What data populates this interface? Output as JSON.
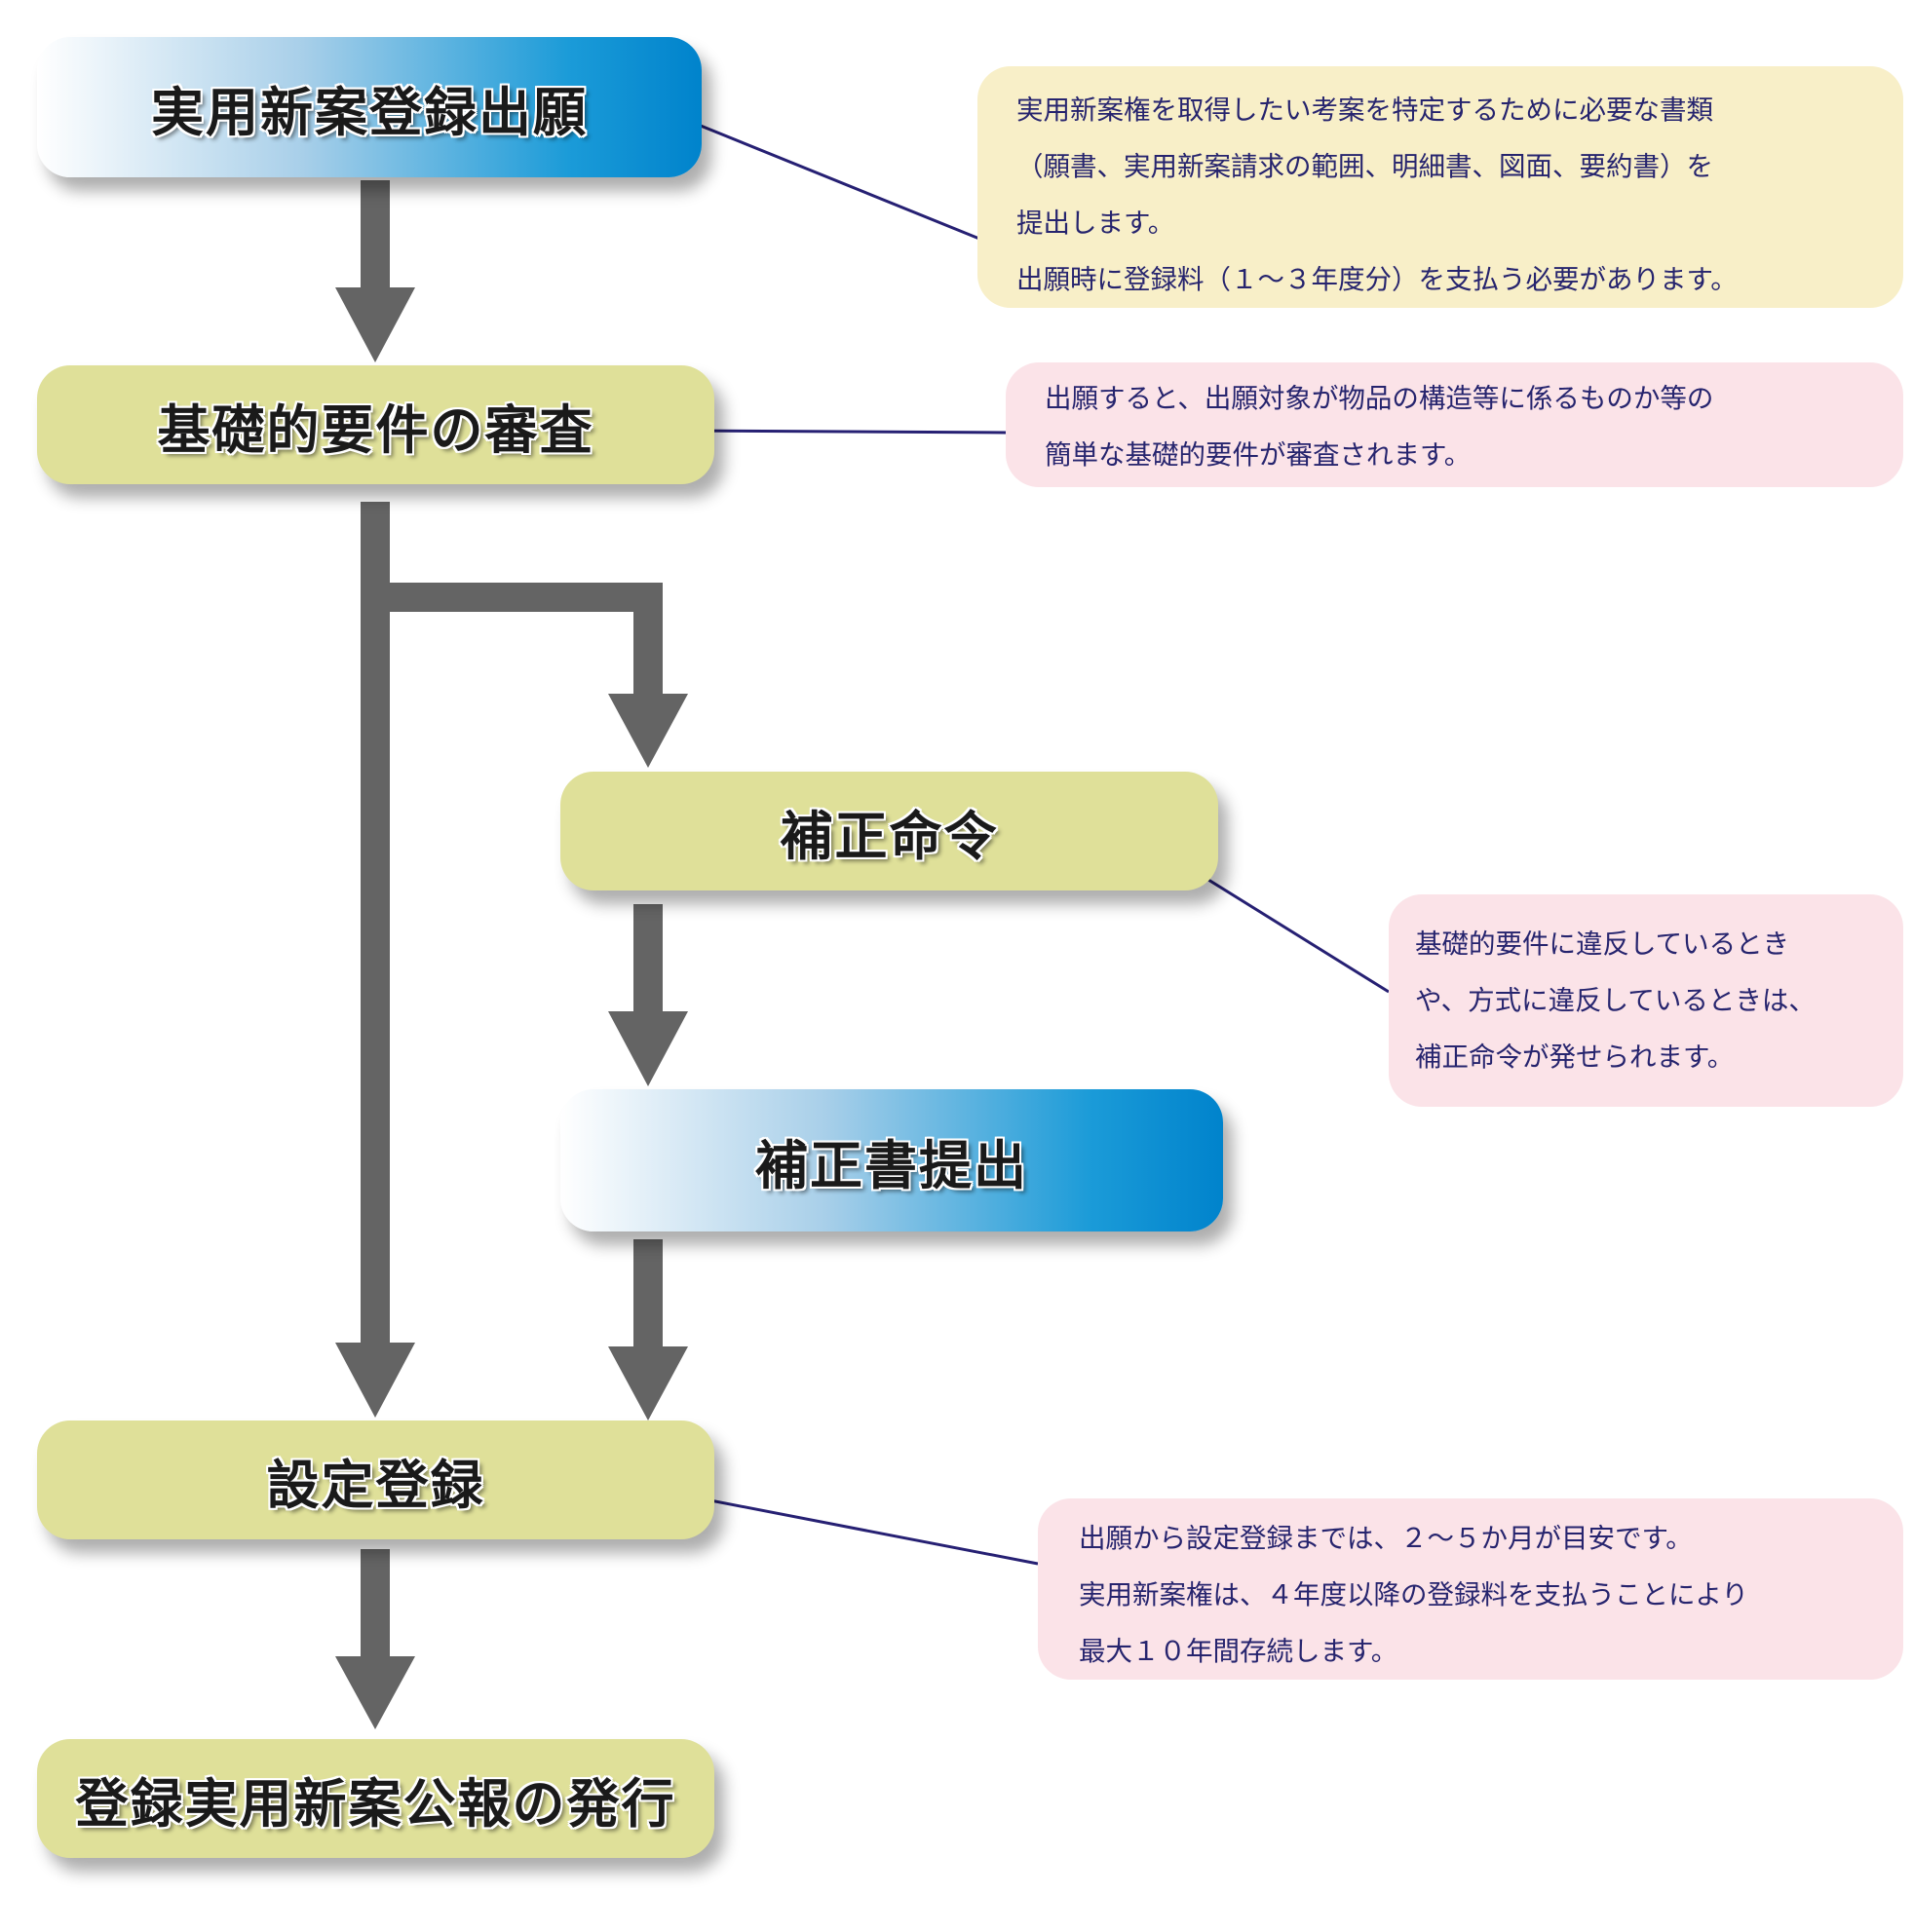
{
  "diagram": {
    "title": "実用新案登録出願の流れ",
    "colors": {
      "arrow": "#646464",
      "connector": "#262073",
      "step_fill": "#dfe099",
      "step_gradient_end": "#0083cc",
      "note_cream": "#f8efc8",
      "note_pink": "#fbe3e8",
      "note_text": "#26246e"
    },
    "steps": {
      "application": "実用新案登録出願",
      "basic_exam": "基礎的要件の審査",
      "amend_order": "補正命令",
      "amend_submit": "補正書提出",
      "registration": "設定登録",
      "publication": "登録実用新案公報の発行"
    },
    "notes": {
      "application": [
        "実用新案権を取得したい考案を特定するために必要な書類",
        "（願書、実用新案請求の範囲、明細書、図面、要約書）を",
        "提出します。",
        "出願時に登録料（１～３年度分）を支払う必要があります。"
      ],
      "basic_exam": [
        "出願すると、出願対象が物品の構造等に係るものか等の",
        "簡単な基礎的要件が審査されます。"
      ],
      "amend_order": [
        "基礎的要件に違反しているとき",
        "や、方式に違反しているときは、",
        "補正命令が発せられます。"
      ],
      "registration": [
        "出願から設定登録までは、２～５か月が目安です。",
        "実用新案権は、４年度以降の登録料を支払うことにより",
        "最大１０年間存続します。"
      ]
    }
  }
}
